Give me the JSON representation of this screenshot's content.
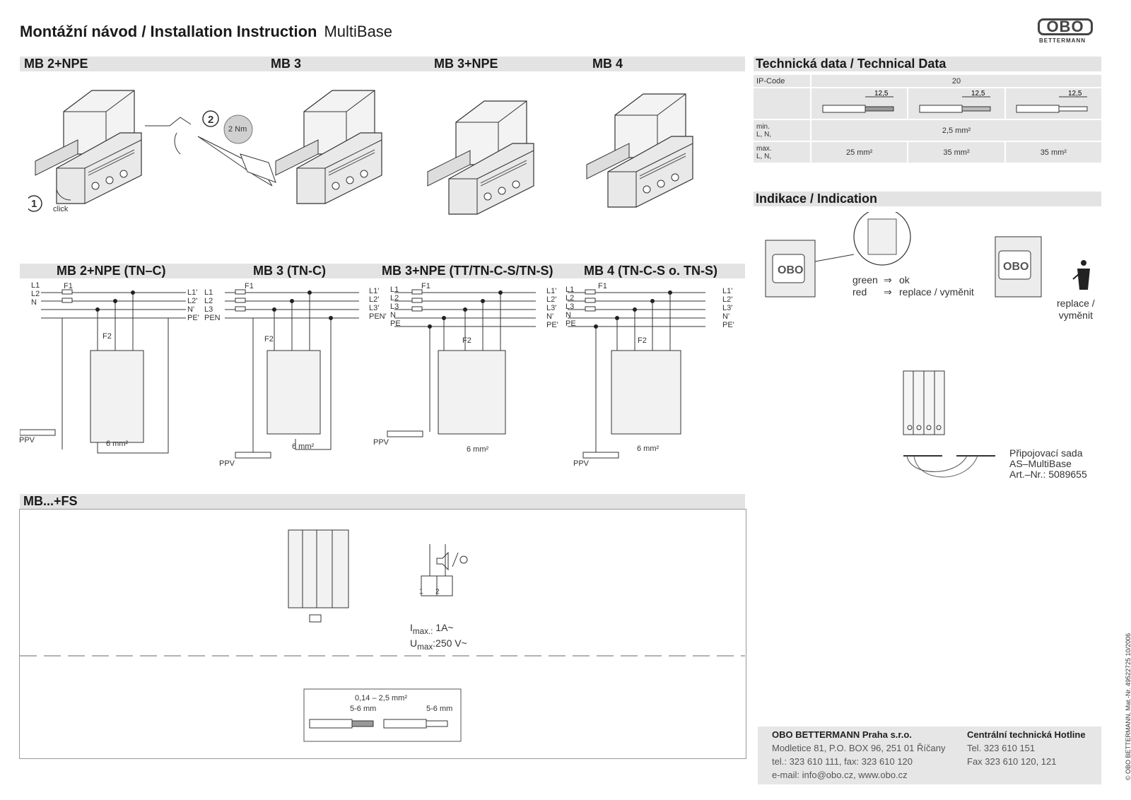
{
  "header": {
    "title": "Montážní návod / Installation Instruction",
    "product": "MultiBase",
    "logo_text": "OBO",
    "logo_sub": "BETTERMANN"
  },
  "sections": {
    "models": [
      "MB 2+NPE",
      "MB 3",
      "MB 3+NPE",
      "MB 4"
    ],
    "schematics": [
      "MB 2+NPE (TN–C)",
      "MB 3 (TN-C)",
      "MB 3+NPE (TT/TN-C-S/TN-S)",
      "MB 4 (TN-C-S o. TN-S)"
    ],
    "fs": "MB...+FS",
    "tech": "Technická data / Technical Data",
    "indication": "Indikace / Indication"
  },
  "install": {
    "step1": "1",
    "step2": "2",
    "click": "click",
    "torque": "2 Nm"
  },
  "tech_data": {
    "ip_label": "IP-Code",
    "ip_value": "20",
    "strip": [
      "12,5",
      "12,5",
      "12,5"
    ],
    "min_label": [
      "min.",
      "L, N,"
    ],
    "min_value": "2,5 mm²",
    "max_label": [
      "max.",
      "L, N,"
    ],
    "max_values": [
      "25 mm²",
      "35 mm²",
      "35 mm²"
    ]
  },
  "indication": {
    "green": "green",
    "green_text": "ok",
    "red": "red",
    "red_text": "replace / vyměnit",
    "replace": [
      "replace /",
      "vyměnit"
    ],
    "kit": [
      "Připojovací sada",
      "AS–MultiBase",
      "Art.–Nr.: 5089655"
    ]
  },
  "schematic_labels": {
    "d1_left": [
      "L1",
      "L2",
      "N"
    ],
    "d1_right": [
      "L1'",
      "L2'",
      "N'",
      "PE'"
    ],
    "d2_left": [
      "L1",
      "L2",
      "L3",
      "PEN"
    ],
    "d2_right": [
      "L1'",
      "L2'",
      "L3'",
      "PEN'"
    ],
    "d3_left": [
      "L1",
      "L2",
      "L3",
      "N",
      "PE"
    ],
    "d3_right": [
      "L1'",
      "L2'",
      "L3'",
      "N'",
      "PE'"
    ],
    "d4_left": [
      "L1",
      "L2",
      "L3",
      "N",
      "PE"
    ],
    "d4_right": [
      "L1'",
      "L2'",
      "L3'",
      "N'",
      "PE'"
    ],
    "f1": "F1",
    "f2": "F2",
    "ppv": "PPV",
    "wire": "6 mm²"
  },
  "fs": {
    "imax": "1A~",
    "umax": "250 V~",
    "imax_label": "I",
    "imax_sub": "max.:",
    "umax_label": "U",
    "umax_sub": "max",
    "wire_range": "0,14 – 2,5 mm²",
    "strip1": "5-6  mm",
    "strip2": "5-6 mm"
  },
  "contact": {
    "company": "OBO BETTERMANN Praha s.r.o.",
    "address": "Modletice 81, P.O. BOX 96, 251 01 Říčany",
    "phone": "tel.: 323 610 111, fax: 323 610 120",
    "email": "e-mail: info@obo.cz, www.obo.cz",
    "hotline_title": "Centrální technická Hotline",
    "hotline_tel": "Tel. 323 610 151",
    "hotline_fax": "Fax 323 610 120, 121"
  },
  "side_note": "© OBO BETTERMANN,   Mat.-Nr. 49522725 10/2006"
}
